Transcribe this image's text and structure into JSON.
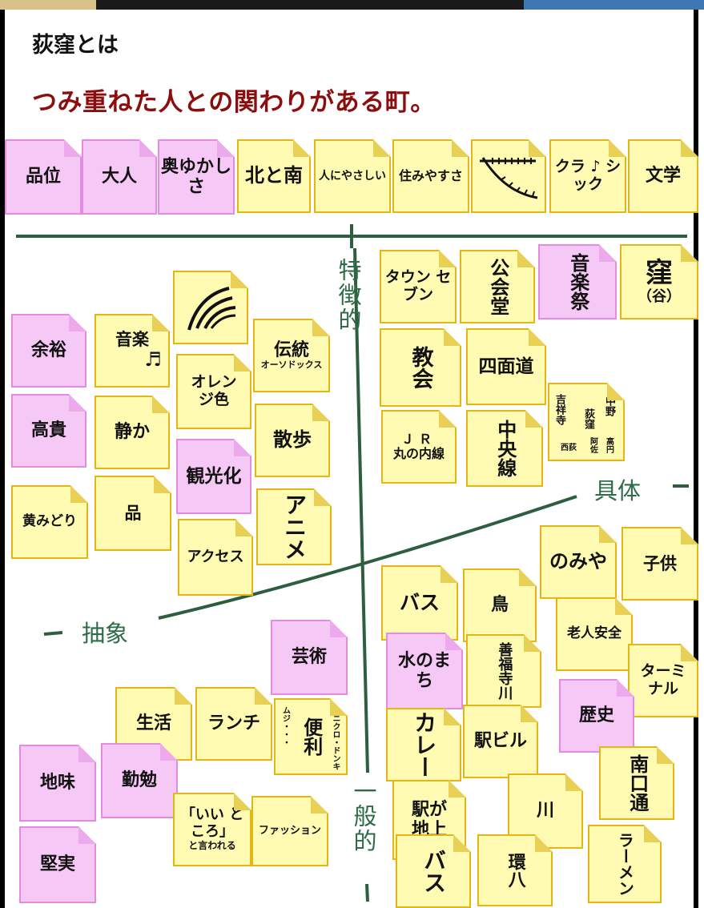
{
  "title": "荻窪とは",
  "subtitle": "つみ重ねた人との関わりがある町。",
  "axes": {
    "top": "特徴的",
    "bottom": "一般的",
    "right": "具体",
    "left": "抽象"
  },
  "notes": {
    "hini": "品位",
    "otona": "大人",
    "okuyukashisa": "奥ゆかしさ",
    "kitatominami": "北と南",
    "hitoniyasashii": "人にやさしい",
    "sumiyasusa": "住みやすさ",
    "classic": "クラ ♪ シック",
    "bungaku": "文学",
    "townseven": "タウン セブン",
    "koukaidou": "公会堂",
    "ongakusai": "音楽祭",
    "kubo_main": "窪",
    "kubo_sub": "（谷）",
    "kyoukai": "教会",
    "shimendou": "四面道",
    "jr": "ＪＲ",
    "marunouchi": "丸の内線",
    "chuousen": "中央線",
    "yoyuu": "余裕",
    "ongaku": "音楽",
    "ongaku_note": "♬",
    "dentou": "伝統",
    "orthodox": "オーソドックス",
    "orange": "オレンジ色",
    "kouki": "高貴",
    "shizuka": "静か",
    "sanpo": "散歩",
    "kankouka": "観光化",
    "kimidori": "黄みどり",
    "hin": "品",
    "anime": "アニメ",
    "access": "アクセス",
    "nomiya": "のみや",
    "kodomo": "子供",
    "bus1": "バス",
    "tori": "鳥",
    "roujin": "老人安全",
    "geijutsu": "芸術",
    "mizunomachi": "水のまち",
    "zenpukuji": "善福寺川",
    "terminal": "ターミナル",
    "rekishi": "歴史",
    "seikatsu": "生活",
    "lunch": "ランチ",
    "benri": "便利",
    "benri_sub": "ユニクロ・ドンキ",
    "benri_sub2": "ムジ・・・",
    "curry": "カレー",
    "ekibiru": "駅ビル",
    "minamiguchi": "南口通",
    "jimi": "地味",
    "benkyou": "勤勉",
    "iitokoro": "「いい ところ」",
    "iitokoro_sub": "と言われる",
    "fashion": "ファッション",
    "ekigachijou": "駅が地上",
    "kawa": "川",
    "kenjitsu": "堅実",
    "bus2": "バス",
    "kanpachi": "環八",
    "ramen": "ラーメン"
  },
  "map_note": {
    "kichijoji": "吉祥寺",
    "ogikubo": "荻窪",
    "nakano": "中野",
    "nishiogi": "西荻",
    "asagaya": "阿佐",
    "koenji": "高円"
  },
  "colors": {
    "yellow": "#fffbb3",
    "pink": "#f6c8f6",
    "axis": "#2e5e3e",
    "subtitle": "#8b0d0d"
  }
}
